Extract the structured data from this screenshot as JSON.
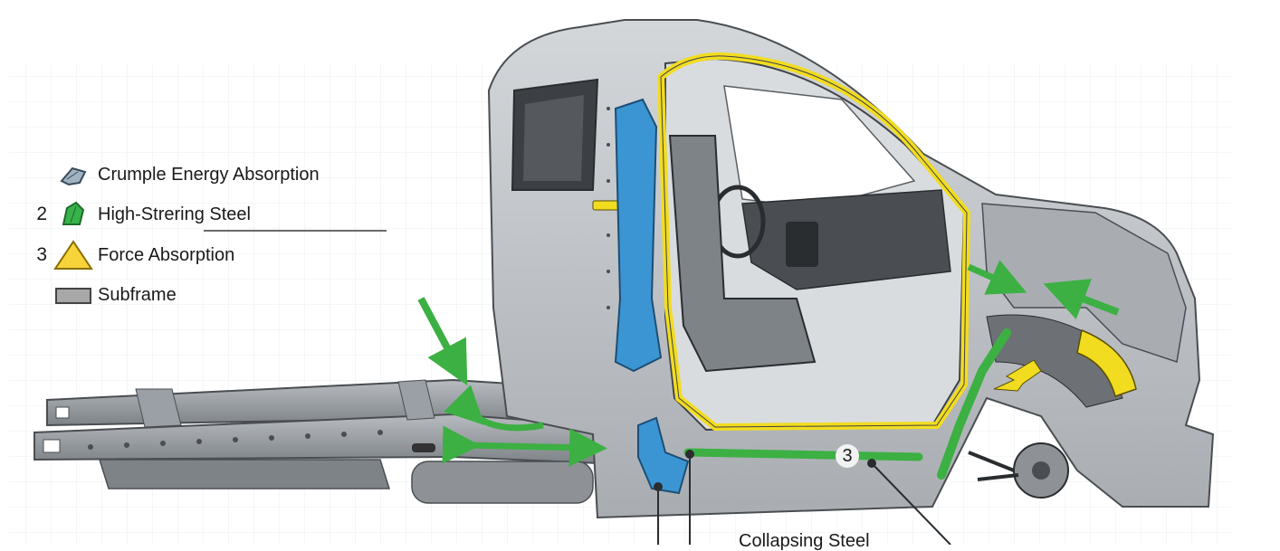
{
  "legend": {
    "items": [
      {
        "number": "",
        "icon": "crumple-zone-icon",
        "label": "Crumple Energy Absorption",
        "color": "#9fb3c2"
      },
      {
        "number": "2",
        "icon": "green-leaf-icon",
        "label": "High-Strering Steel",
        "color": "#37b34a"
      },
      {
        "number": "3",
        "icon": "yellow-triangle-icon",
        "label": "Force Absorption",
        "color": "#f6d43a"
      },
      {
        "number": "",
        "icon": "gray-rectangle-icon",
        "label": "Subframe",
        "color": "#a8a8a8"
      }
    ]
  },
  "diagram": {
    "callout_number": "3",
    "bottom_label": "Collapsing Steel"
  },
  "colors": {
    "crumple_blue": "#3b95d3",
    "high_strength_green": "#3cb043",
    "force_yellow": "#f2dc1f",
    "body_gray": "#bfc3c7",
    "frame_gray": "#8d9196",
    "grid": "#e8ecef"
  }
}
